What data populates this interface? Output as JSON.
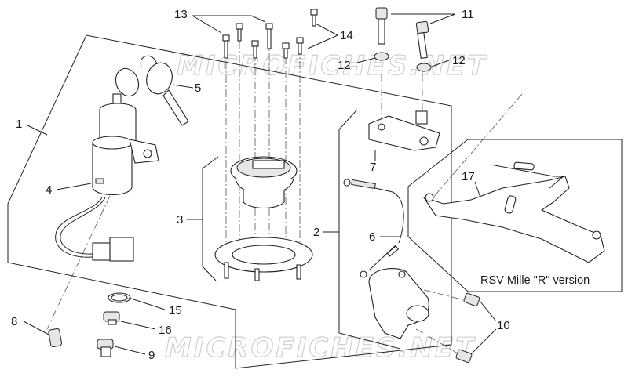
{
  "watermarks": [
    "MICROFICHES.NET",
    "MICROFICHES.NET"
  ],
  "callouts": [
    {
      "id": "13",
      "text": "13"
    },
    {
      "id": "14",
      "text": "14"
    },
    {
      "id": "11",
      "text": "11"
    },
    {
      "id": "12a",
      "text": "12"
    },
    {
      "id": "12b",
      "text": "12"
    },
    {
      "id": "5",
      "text": "5"
    },
    {
      "id": "1",
      "text": "1"
    },
    {
      "id": "4",
      "text": "4"
    },
    {
      "id": "3",
      "text": "3"
    },
    {
      "id": "7",
      "text": "7"
    },
    {
      "id": "2",
      "text": "2"
    },
    {
      "id": "6",
      "text": "6"
    },
    {
      "id": "17",
      "text": "17"
    },
    {
      "id": "15",
      "text": "15"
    },
    {
      "id": "16",
      "text": "16"
    },
    {
      "id": "8",
      "text": "8"
    },
    {
      "id": "9",
      "text": "9"
    },
    {
      "id": "10",
      "text": "10"
    }
  ],
  "inset_caption": "RSV Mille \"R\" version"
}
